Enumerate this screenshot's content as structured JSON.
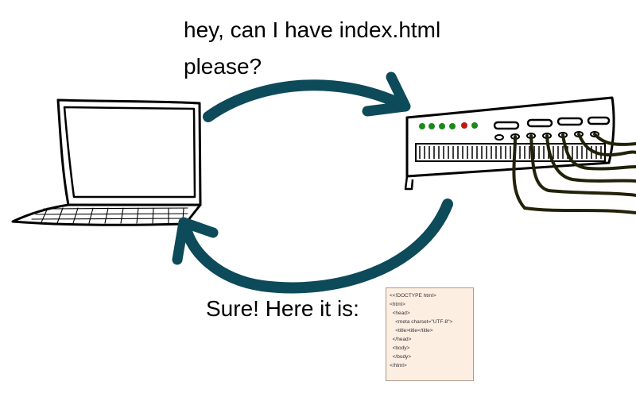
{
  "request": {
    "line1": "hey, can I have index.html",
    "line2": "please?"
  },
  "response": {
    "text": "Sure! Here it is:"
  },
  "document": {
    "lines": [
      "<<!DOCTYPE html>",
      "<html>",
      "  <head>",
      "    <meta charset=\"UTF-8\">",
      "    <title>title</title>",
      "  </head>",
      "  <body>",
      "",
      "  </body>",
      "</html>"
    ]
  },
  "colors": {
    "arrow": "#0d4a5a",
    "cable": "#222208",
    "led_green": "#1a8a1a",
    "led_red": "#c01818",
    "document_bg": "#fdeee2"
  },
  "icons": {
    "client": "laptop-icon",
    "server": "server-icon",
    "request_arrow": "curved-arrow-right",
    "response_arrow": "curved-arrow-left"
  }
}
